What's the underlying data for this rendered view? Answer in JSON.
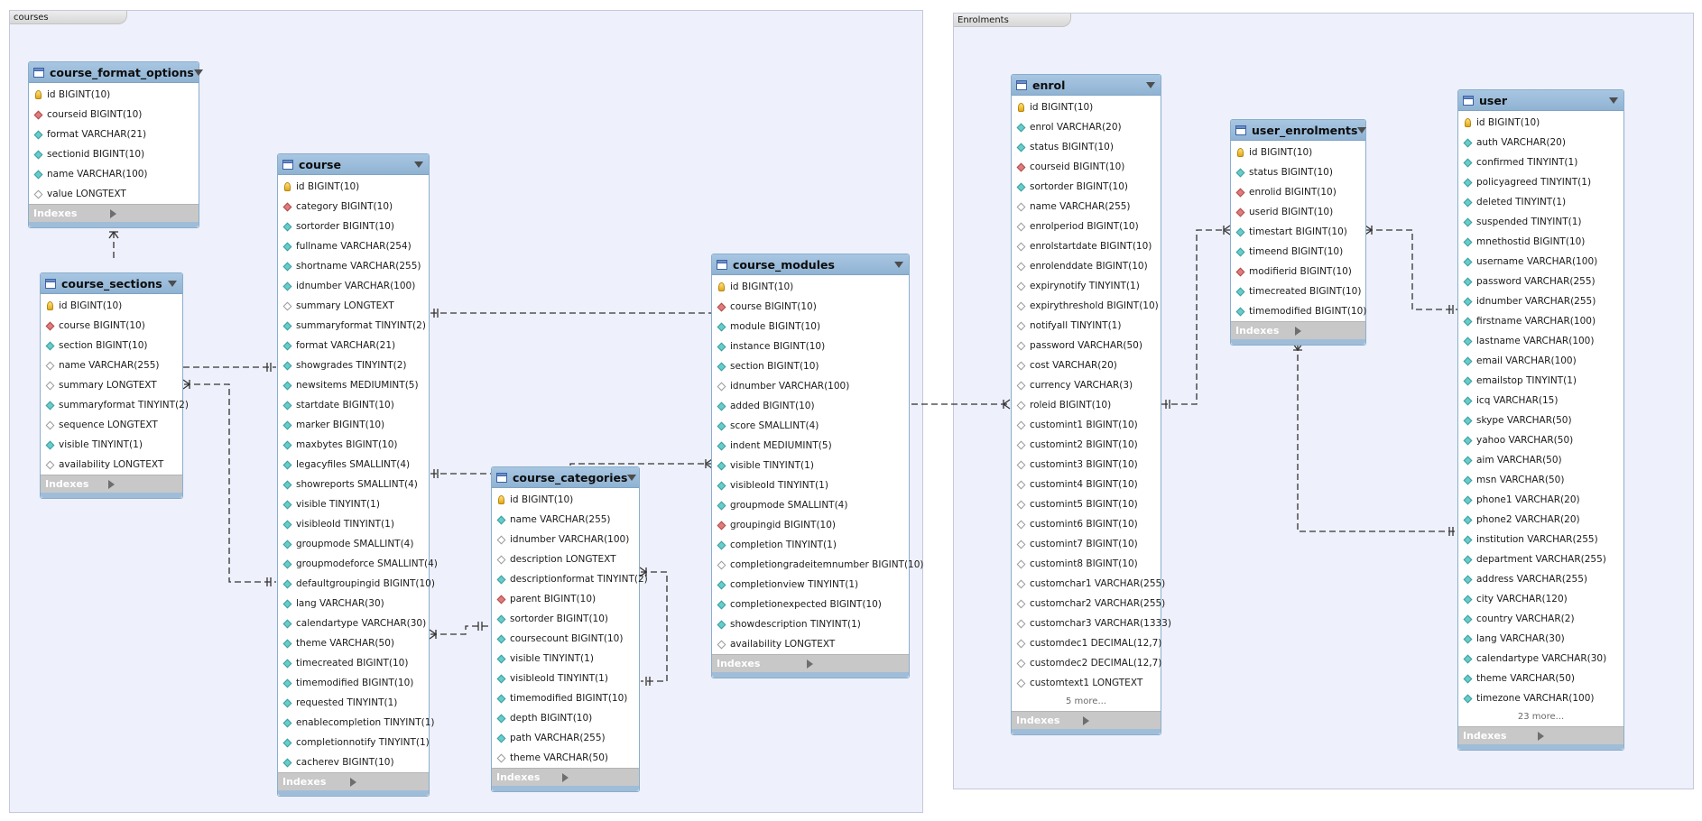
{
  "regions": [
    {
      "id": "courses",
      "label": "courses"
    },
    {
      "id": "enrolments",
      "label": "Enrolments"
    }
  ],
  "indexes_label": "Indexes",
  "entities": [
    {
      "id": "course_format_options",
      "name": "course_format_options",
      "fields": [
        {
          "name": "id BIGINT(10)",
          "key": "pk"
        },
        {
          "name": "courseid BIGINT(10)",
          "key": "fk"
        },
        {
          "name": "format VARCHAR(21)",
          "key": "nn"
        },
        {
          "name": "sectionid BIGINT(10)",
          "key": "nn"
        },
        {
          "name": "name VARCHAR(100)",
          "key": "nn"
        },
        {
          "name": "value LONGTEXT",
          "key": "col"
        }
      ]
    },
    {
      "id": "course_sections",
      "name": "course_sections",
      "fields": [
        {
          "name": "id BIGINT(10)",
          "key": "pk"
        },
        {
          "name": "course BIGINT(10)",
          "key": "fk"
        },
        {
          "name": "section BIGINT(10)",
          "key": "nn"
        },
        {
          "name": "name VARCHAR(255)",
          "key": "col"
        },
        {
          "name": "summary LONGTEXT",
          "key": "col"
        },
        {
          "name": "summaryformat TINYINT(2)",
          "key": "nn"
        },
        {
          "name": "sequence LONGTEXT",
          "key": "col"
        },
        {
          "name": "visible TINYINT(1)",
          "key": "nn"
        },
        {
          "name": "availability LONGTEXT",
          "key": "col"
        }
      ]
    },
    {
      "id": "course",
      "name": "course",
      "fields": [
        {
          "name": "id BIGINT(10)",
          "key": "pk"
        },
        {
          "name": "category BIGINT(10)",
          "key": "fk"
        },
        {
          "name": "sortorder BIGINT(10)",
          "key": "nn"
        },
        {
          "name": "fullname VARCHAR(254)",
          "key": "nn"
        },
        {
          "name": "shortname VARCHAR(255)",
          "key": "nn"
        },
        {
          "name": "idnumber VARCHAR(100)",
          "key": "nn"
        },
        {
          "name": "summary LONGTEXT",
          "key": "col"
        },
        {
          "name": "summaryformat TINYINT(2)",
          "key": "nn"
        },
        {
          "name": "format VARCHAR(21)",
          "key": "nn"
        },
        {
          "name": "showgrades TINYINT(2)",
          "key": "nn"
        },
        {
          "name": "newsitems MEDIUMINT(5)",
          "key": "nn"
        },
        {
          "name": "startdate BIGINT(10)",
          "key": "nn"
        },
        {
          "name": "marker BIGINT(10)",
          "key": "nn"
        },
        {
          "name": "maxbytes BIGINT(10)",
          "key": "nn"
        },
        {
          "name": "legacyfiles SMALLINT(4)",
          "key": "nn"
        },
        {
          "name": "showreports SMALLINT(4)",
          "key": "nn"
        },
        {
          "name": "visible TINYINT(1)",
          "key": "nn"
        },
        {
          "name": "visibleold TINYINT(1)",
          "key": "nn"
        },
        {
          "name": "groupmode SMALLINT(4)",
          "key": "nn"
        },
        {
          "name": "groupmodeforce SMALLINT(4)",
          "key": "nn"
        },
        {
          "name": "defaultgroupingid BIGINT(10)",
          "key": "nn"
        },
        {
          "name": "lang VARCHAR(30)",
          "key": "nn"
        },
        {
          "name": "calendartype VARCHAR(30)",
          "key": "nn"
        },
        {
          "name": "theme VARCHAR(50)",
          "key": "nn"
        },
        {
          "name": "timecreated BIGINT(10)",
          "key": "nn"
        },
        {
          "name": "timemodified BIGINT(10)",
          "key": "nn"
        },
        {
          "name": "requested TINYINT(1)",
          "key": "nn"
        },
        {
          "name": "enablecompletion TINYINT(1)",
          "key": "nn"
        },
        {
          "name": "completionnotify TINYINT(1)",
          "key": "nn"
        },
        {
          "name": "cacherev BIGINT(10)",
          "key": "nn"
        }
      ]
    },
    {
      "id": "course_categories",
      "name": "course_categories",
      "fields": [
        {
          "name": "id BIGINT(10)",
          "key": "pk"
        },
        {
          "name": "name VARCHAR(255)",
          "key": "nn"
        },
        {
          "name": "idnumber VARCHAR(100)",
          "key": "col"
        },
        {
          "name": "description LONGTEXT",
          "key": "col"
        },
        {
          "name": "descriptionformat TINYINT(2)",
          "key": "nn"
        },
        {
          "name": "parent BIGINT(10)",
          "key": "fk"
        },
        {
          "name": "sortorder BIGINT(10)",
          "key": "nn"
        },
        {
          "name": "coursecount BIGINT(10)",
          "key": "nn"
        },
        {
          "name": "visible TINYINT(1)",
          "key": "nn"
        },
        {
          "name": "visibleold TINYINT(1)",
          "key": "nn"
        },
        {
          "name": "timemodified BIGINT(10)",
          "key": "nn"
        },
        {
          "name": "depth BIGINT(10)",
          "key": "nn"
        },
        {
          "name": "path VARCHAR(255)",
          "key": "nn"
        },
        {
          "name": "theme VARCHAR(50)",
          "key": "col"
        }
      ]
    },
    {
      "id": "course_modules",
      "name": "course_modules",
      "fields": [
        {
          "name": "id BIGINT(10)",
          "key": "pk"
        },
        {
          "name": "course BIGINT(10)",
          "key": "fk"
        },
        {
          "name": "module BIGINT(10)",
          "key": "nn"
        },
        {
          "name": "instance BIGINT(10)",
          "key": "nn"
        },
        {
          "name": "section BIGINT(10)",
          "key": "nn"
        },
        {
          "name": "idnumber VARCHAR(100)",
          "key": "col"
        },
        {
          "name": "added BIGINT(10)",
          "key": "nn"
        },
        {
          "name": "score SMALLINT(4)",
          "key": "nn"
        },
        {
          "name": "indent MEDIUMINT(5)",
          "key": "nn"
        },
        {
          "name": "visible TINYINT(1)",
          "key": "nn"
        },
        {
          "name": "visibleold TINYINT(1)",
          "key": "nn"
        },
        {
          "name": "groupmode SMALLINT(4)",
          "key": "nn"
        },
        {
          "name": "groupingid BIGINT(10)",
          "key": "fk"
        },
        {
          "name": "completion TINYINT(1)",
          "key": "nn"
        },
        {
          "name": "completiongradeitemnumber BIGINT(10)",
          "key": "col"
        },
        {
          "name": "completionview TINYINT(1)",
          "key": "nn"
        },
        {
          "name": "completionexpected BIGINT(10)",
          "key": "nn"
        },
        {
          "name": "showdescription TINYINT(1)",
          "key": "nn"
        },
        {
          "name": "availability LONGTEXT",
          "key": "col"
        }
      ]
    },
    {
      "id": "enrol",
      "name": "enrol",
      "more": "5 more...",
      "fields": [
        {
          "name": "id BIGINT(10)",
          "key": "pk"
        },
        {
          "name": "enrol VARCHAR(20)",
          "key": "nn"
        },
        {
          "name": "status BIGINT(10)",
          "key": "nn"
        },
        {
          "name": "courseid BIGINT(10)",
          "key": "fk"
        },
        {
          "name": "sortorder BIGINT(10)",
          "key": "nn"
        },
        {
          "name": "name VARCHAR(255)",
          "key": "col"
        },
        {
          "name": "enrolperiod BIGINT(10)",
          "key": "col"
        },
        {
          "name": "enrolstartdate BIGINT(10)",
          "key": "col"
        },
        {
          "name": "enrolenddate BIGINT(10)",
          "key": "col"
        },
        {
          "name": "expirynotify TINYINT(1)",
          "key": "col"
        },
        {
          "name": "expirythreshold BIGINT(10)",
          "key": "col"
        },
        {
          "name": "notifyall TINYINT(1)",
          "key": "col"
        },
        {
          "name": "password VARCHAR(50)",
          "key": "col"
        },
        {
          "name": "cost VARCHAR(20)",
          "key": "col"
        },
        {
          "name": "currency VARCHAR(3)",
          "key": "col"
        },
        {
          "name": "roleid BIGINT(10)",
          "key": "col"
        },
        {
          "name": "customint1 BIGINT(10)",
          "key": "col"
        },
        {
          "name": "customint2 BIGINT(10)",
          "key": "col"
        },
        {
          "name": "customint3 BIGINT(10)",
          "key": "col"
        },
        {
          "name": "customint4 BIGINT(10)",
          "key": "col"
        },
        {
          "name": "customint5 BIGINT(10)",
          "key": "col"
        },
        {
          "name": "customint6 BIGINT(10)",
          "key": "col"
        },
        {
          "name": "customint7 BIGINT(10)",
          "key": "col"
        },
        {
          "name": "customint8 BIGINT(10)",
          "key": "col"
        },
        {
          "name": "customchar1 VARCHAR(255)",
          "key": "col"
        },
        {
          "name": "customchar2 VARCHAR(255)",
          "key": "col"
        },
        {
          "name": "customchar3 VARCHAR(1333)",
          "key": "col"
        },
        {
          "name": "customdec1 DECIMAL(12,7)",
          "key": "col"
        },
        {
          "name": "customdec2 DECIMAL(12,7)",
          "key": "col"
        },
        {
          "name": "customtext1 LONGTEXT",
          "key": "col"
        }
      ]
    },
    {
      "id": "user_enrolments",
      "name": "user_enrolments",
      "fields": [
        {
          "name": "id BIGINT(10)",
          "key": "pk"
        },
        {
          "name": "status BIGINT(10)",
          "key": "nn"
        },
        {
          "name": "enrolid BIGINT(10)",
          "key": "fk"
        },
        {
          "name": "userid BIGINT(10)",
          "key": "fk"
        },
        {
          "name": "timestart BIGINT(10)",
          "key": "nn"
        },
        {
          "name": "timeend BIGINT(10)",
          "key": "nn"
        },
        {
          "name": "modifierid BIGINT(10)",
          "key": "fk"
        },
        {
          "name": "timecreated BIGINT(10)",
          "key": "nn"
        },
        {
          "name": "timemodified BIGINT(10)",
          "key": "nn"
        }
      ]
    },
    {
      "id": "user",
      "name": "user",
      "more": "23 more...",
      "fields": [
        {
          "name": "id BIGINT(10)",
          "key": "pk"
        },
        {
          "name": "auth VARCHAR(20)",
          "key": "nn"
        },
        {
          "name": "confirmed TINYINT(1)",
          "key": "nn"
        },
        {
          "name": "policyagreed TINYINT(1)",
          "key": "nn"
        },
        {
          "name": "deleted TINYINT(1)",
          "key": "nn"
        },
        {
          "name": "suspended TINYINT(1)",
          "key": "nn"
        },
        {
          "name": "mnethostid BIGINT(10)",
          "key": "nn"
        },
        {
          "name": "username VARCHAR(100)",
          "key": "nn"
        },
        {
          "name": "password VARCHAR(255)",
          "key": "nn"
        },
        {
          "name": "idnumber VARCHAR(255)",
          "key": "nn"
        },
        {
          "name": "firstname VARCHAR(100)",
          "key": "nn"
        },
        {
          "name": "lastname VARCHAR(100)",
          "key": "nn"
        },
        {
          "name": "email VARCHAR(100)",
          "key": "nn"
        },
        {
          "name": "emailstop TINYINT(1)",
          "key": "nn"
        },
        {
          "name": "icq VARCHAR(15)",
          "key": "nn"
        },
        {
          "name": "skype VARCHAR(50)",
          "key": "nn"
        },
        {
          "name": "yahoo VARCHAR(50)",
          "key": "nn"
        },
        {
          "name": "aim VARCHAR(50)",
          "key": "nn"
        },
        {
          "name": "msn VARCHAR(50)",
          "key": "nn"
        },
        {
          "name": "phone1 VARCHAR(20)",
          "key": "nn"
        },
        {
          "name": "phone2 VARCHAR(20)",
          "key": "nn"
        },
        {
          "name": "institution VARCHAR(255)",
          "key": "nn"
        },
        {
          "name": "department VARCHAR(255)",
          "key": "nn"
        },
        {
          "name": "address VARCHAR(255)",
          "key": "nn"
        },
        {
          "name": "city VARCHAR(120)",
          "key": "nn"
        },
        {
          "name": "country VARCHAR(2)",
          "key": "nn"
        },
        {
          "name": "lang VARCHAR(30)",
          "key": "nn"
        },
        {
          "name": "calendartype VARCHAR(30)",
          "key": "nn"
        },
        {
          "name": "theme VARCHAR(50)",
          "key": "nn"
        },
        {
          "name": "timezone VARCHAR(100)",
          "key": "nn"
        }
      ]
    }
  ]
}
